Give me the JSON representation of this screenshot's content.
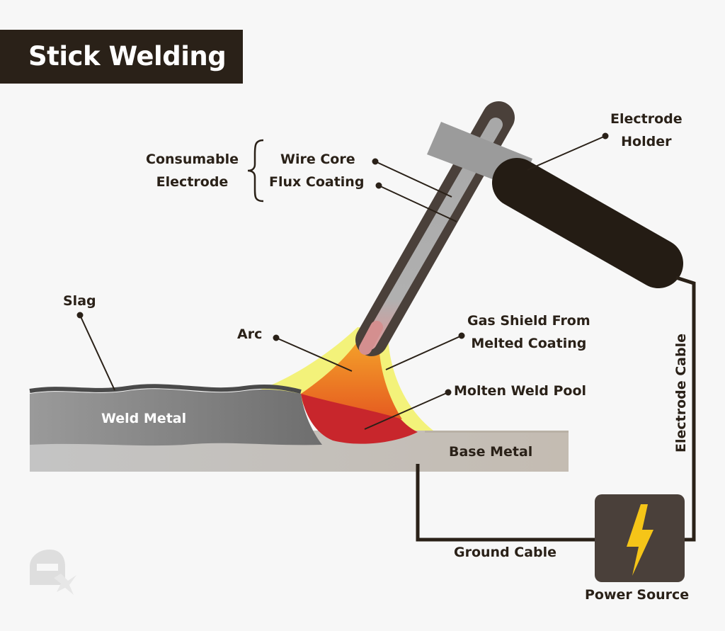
{
  "title": "Stick Welding",
  "labels": {
    "consumable_electrode": [
      "Consumable",
      "Electrode"
    ],
    "wire_core": "Wire Core",
    "flux_coating": "Flux Coating",
    "electrode_holder": [
      "Electrode",
      "Holder"
    ],
    "slag": "Slag",
    "arc": "Arc",
    "gas_shield": [
      "Gas Shield From",
      "Melted Coating"
    ],
    "molten_weld_pool": "Molten Weld Pool",
    "weld_metal": "Weld Metal",
    "base_metal": "Base Metal",
    "electrode_cable": "Electrode Cable",
    "ground_cable": "Ground Cable",
    "power_source": "Power Source"
  },
  "icons": {
    "power": "lightning-bolt-icon",
    "logo": "welding-helmet-icon"
  },
  "colors": {
    "dark": "#2a2118",
    "holder": "#241c14",
    "clamp": "#9b9b9b",
    "flux": "#4a403a",
    "core": "#a9a9a9",
    "weld_metal": "#8f8f8f",
    "base_metal": "#c9c4bd",
    "gas_shield": "#f3f27a",
    "arc": "#f08a24",
    "molten_pool": "#c8262c",
    "bolt": "#f5c518"
  }
}
